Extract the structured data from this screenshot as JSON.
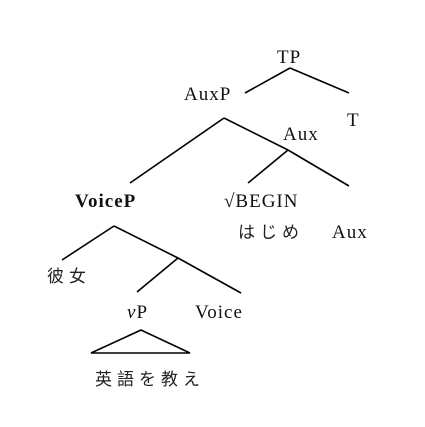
{
  "tree": {
    "tp": "TP",
    "auxp": "AuxP",
    "t": "T",
    "aux_bar": "Aux",
    "voicep": "VoiceP",
    "begin_root": "√BEGIN",
    "hajime": "はじめ",
    "aux_head": "Aux",
    "kanojo": "彼女",
    "v_italic": "v",
    "v_p": "P",
    "voice_head": "Voice",
    "vp_content": "英語を教え"
  }
}
